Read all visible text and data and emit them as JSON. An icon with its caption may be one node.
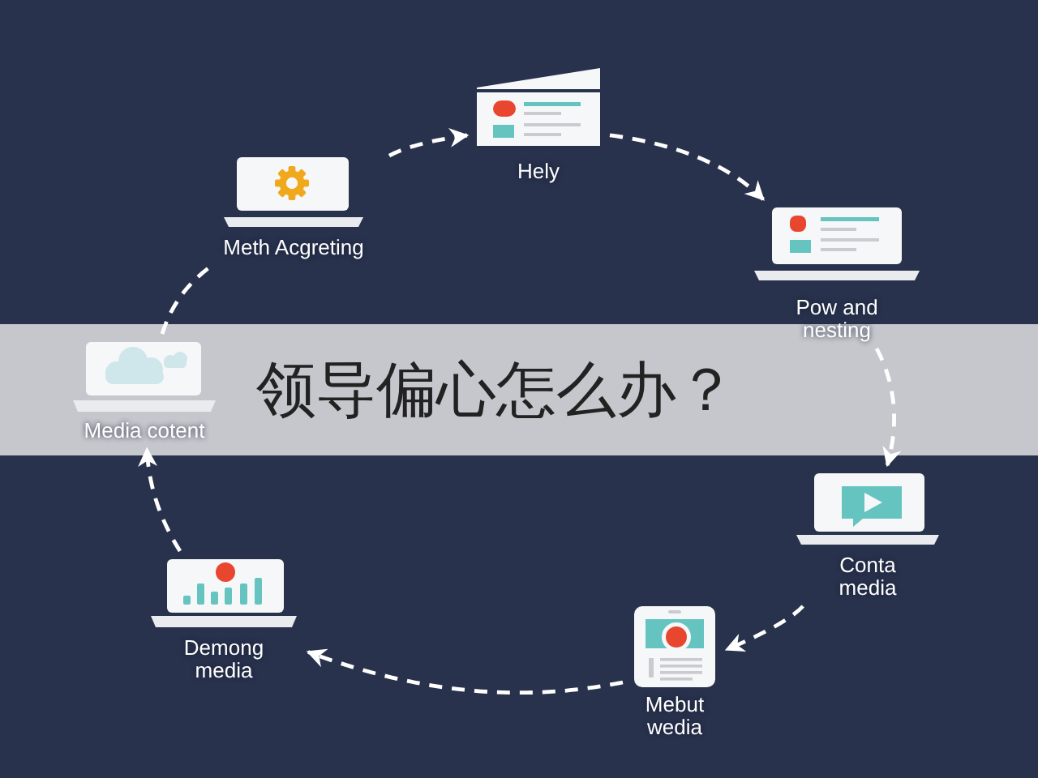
{
  "diagram": {
    "title": "领导偏心怎么办？",
    "nodes": [
      {
        "text": [
          "Meth Acgreting"
        ]
      },
      {
        "text": [
          "Hely"
        ]
      },
      {
        "text": [
          "Pow and nesting"
        ]
      },
      {
        "text": [
          "Conta media"
        ]
      },
      {
        "text": [
          "Mebut wedia"
        ]
      },
      {
        "text": [
          "Demong media"
        ]
      },
      {
        "text": [
          "Media cotent"
        ]
      }
    ],
    "edges": [
      {
        "from": 0,
        "to": 1,
        "arrow": "to",
        "style": "dashed"
      },
      {
        "from": 1,
        "to": 2,
        "arrow": "to",
        "style": "dashed"
      },
      {
        "from": 2,
        "to": 3,
        "arrow": "to",
        "style": "dashed"
      },
      {
        "from": 3,
        "to": 4,
        "arrow": "to",
        "style": "dashed"
      },
      {
        "from": 4,
        "to": 5,
        "arrow": "to",
        "style": "dashed"
      },
      {
        "from": 5,
        "to": 6,
        "arrow": "to",
        "style": "dashed"
      },
      {
        "from": 6,
        "to": 0,
        "arrow": "none",
        "style": "dashed"
      }
    ]
  }
}
